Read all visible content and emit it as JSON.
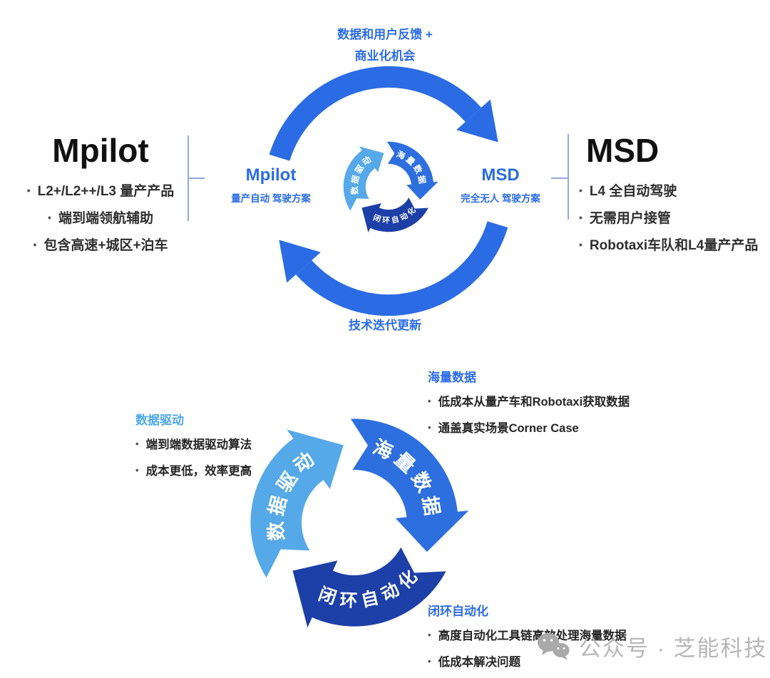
{
  "colors": {
    "primary_blue": "#2b6ce4",
    "medium_blue": "#2e6fe0",
    "dark_blue": "#1d3fa8",
    "light_blue": "#56a9e8",
    "text_dark": "#2f2f2f",
    "watermark_gray": "#b7b7b7"
  },
  "top_diagram": {
    "top_caption": [
      "数据和用户反馈 +",
      "商业化机会"
    ],
    "bottom_caption": "技术迭代更新",
    "left_panel": {
      "title": "Mpilot",
      "bullets": [
        "L2+/L2++/L3 量产产品",
        "端到端领航辅助",
        "包含高速+城区+泊车"
      ]
    },
    "right_panel": {
      "title": "MSD",
      "bullets": [
        "L4 全自动驾驶",
        "无需用户接管",
        "Robotaxi车队和L4量产产品"
      ]
    },
    "center_left": {
      "title": "Mpilot",
      "subtitle": "量产自动 驾驶方案"
    },
    "center_right": {
      "title": "MSD",
      "subtitle": "完全无人 驾驶方案"
    }
  },
  "ring_segments": {
    "massive_data": "海量数据",
    "closed_loop": "闭环自动化",
    "data_driven": "数据驱动"
  },
  "bottom_diagram": {
    "massive_data": {
      "title": "海量数据",
      "bullets": [
        "低成本从量产车和Robotaxi获取数据",
        "通盖真实场景Corner Case"
      ]
    },
    "data_driven": {
      "title": "数据驱动",
      "bullets": [
        "端到端数据驱动算法",
        "成本更低，效率更高"
      ]
    },
    "closed_loop": {
      "title": "闭环自动化",
      "bullets": [
        "高度自动化工具链高效处理海量数据",
        "低成本解决问题"
      ]
    }
  },
  "watermark": {
    "text": "公众号 · 芝能科技"
  }
}
